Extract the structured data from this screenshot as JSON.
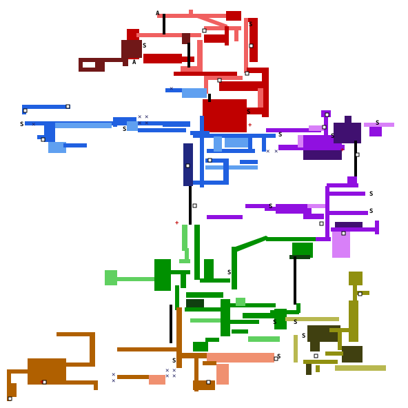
{
  "map": {
    "background": "#ffffff",
    "regions": [
      {
        "id": "red",
        "color": "#c00000",
        "name_visible": false
      },
      {
        "id": "salmon",
        "color": "#f06060"
      },
      {
        "id": "maroon",
        "color": "#701818"
      },
      {
        "id": "blue",
        "color": "#2060e0"
      },
      {
        "id": "light-blue",
        "color": "#60a0f0"
      },
      {
        "id": "navy",
        "color": "#202880"
      },
      {
        "id": "purple",
        "color": "#9010e0"
      },
      {
        "id": "lavender",
        "color": "#d880f8"
      },
      {
        "id": "dark-purple",
        "color": "#401070"
      },
      {
        "id": "green",
        "color": "#009000"
      },
      {
        "id": "light-green",
        "color": "#60d060"
      },
      {
        "id": "dark-green",
        "color": "#104010"
      },
      {
        "id": "olive",
        "color": "#909010"
      },
      {
        "id": "khaki",
        "color": "#b8b850"
      },
      {
        "id": "dark-olive",
        "color": "#404010"
      },
      {
        "id": "brown",
        "color": "#b06000"
      },
      {
        "id": "peach",
        "color": "#f09070"
      },
      {
        "id": "black",
        "color": "#000000"
      }
    ],
    "symbols": {
      "save": "S",
      "item": "A",
      "cross": "✕",
      "plus": "+",
      "door": "□"
    },
    "labels": [
      "A",
      "S",
      "A",
      "S",
      "S",
      "S",
      "S",
      "S",
      "S",
      "S",
      "S",
      "S",
      "S",
      "S",
      "S",
      "S",
      "S",
      "S",
      "S"
    ]
  }
}
